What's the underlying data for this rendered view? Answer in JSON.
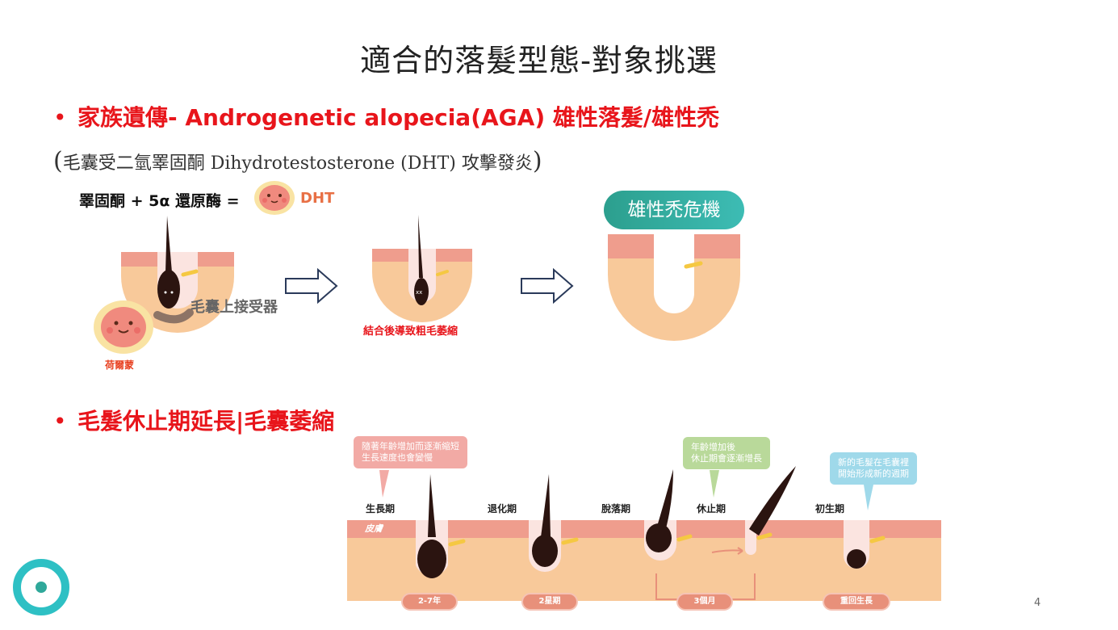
{
  "slide": {
    "title": "適合的落髮型態-對象挑選",
    "page_number": "4"
  },
  "section1": {
    "bullet_dot": "•",
    "heading": "家族遺傳- Androgenetic alopecia(AGA) 雄性落髮/雄性禿",
    "paren_open": "(",
    "subtitle": "毛囊受二氫睪固酮 Dihydrotestosterone (DHT) 攻擊發炎",
    "paren_close": ")",
    "formula": "睪固酮 + 5α 還原酶 =",
    "dht_label": "DHT",
    "receptor_label": "毛囊上接受器",
    "hormone_label": "荷爾蒙",
    "atrophy_label": "結合後導致粗毛萎縮",
    "crisis_label": "雄性禿危機"
  },
  "section2": {
    "bullet_dot": "•",
    "heading": "毛髮休止期延長|毛囊萎縮",
    "bubbles": [
      {
        "line1": "隨著年齡增加而逐漸縮短",
        "line2": "生長速度也會變慢"
      },
      {
        "line1": "年齡增加後",
        "line2": "休止期會逐漸增長"
      },
      {
        "line1": "新的毛髮在毛囊裡",
        "line2": "開始形成新的週期"
      }
    ],
    "phases": [
      "生長期",
      "退化期",
      "脫落期",
      "休止期",
      "初生期"
    ],
    "skin_label": "皮膚",
    "durations": [
      "2-7年",
      "2星期",
      "3個月",
      "重回生長"
    ]
  },
  "colors": {
    "accent_red": "#e8151b",
    "skin": "#f8c99a",
    "skin_top": "#ef9d8d",
    "teal": "#2fa89a",
    "bubble_pink": "#f2aaa5",
    "bubble_green": "#b9d99a",
    "bubble_blue": "#9fd9ea"
  },
  "icons": [
    "arrow-right-icon",
    "dht-face-icon",
    "hormone-face-icon",
    "brand-logo-icon"
  ]
}
